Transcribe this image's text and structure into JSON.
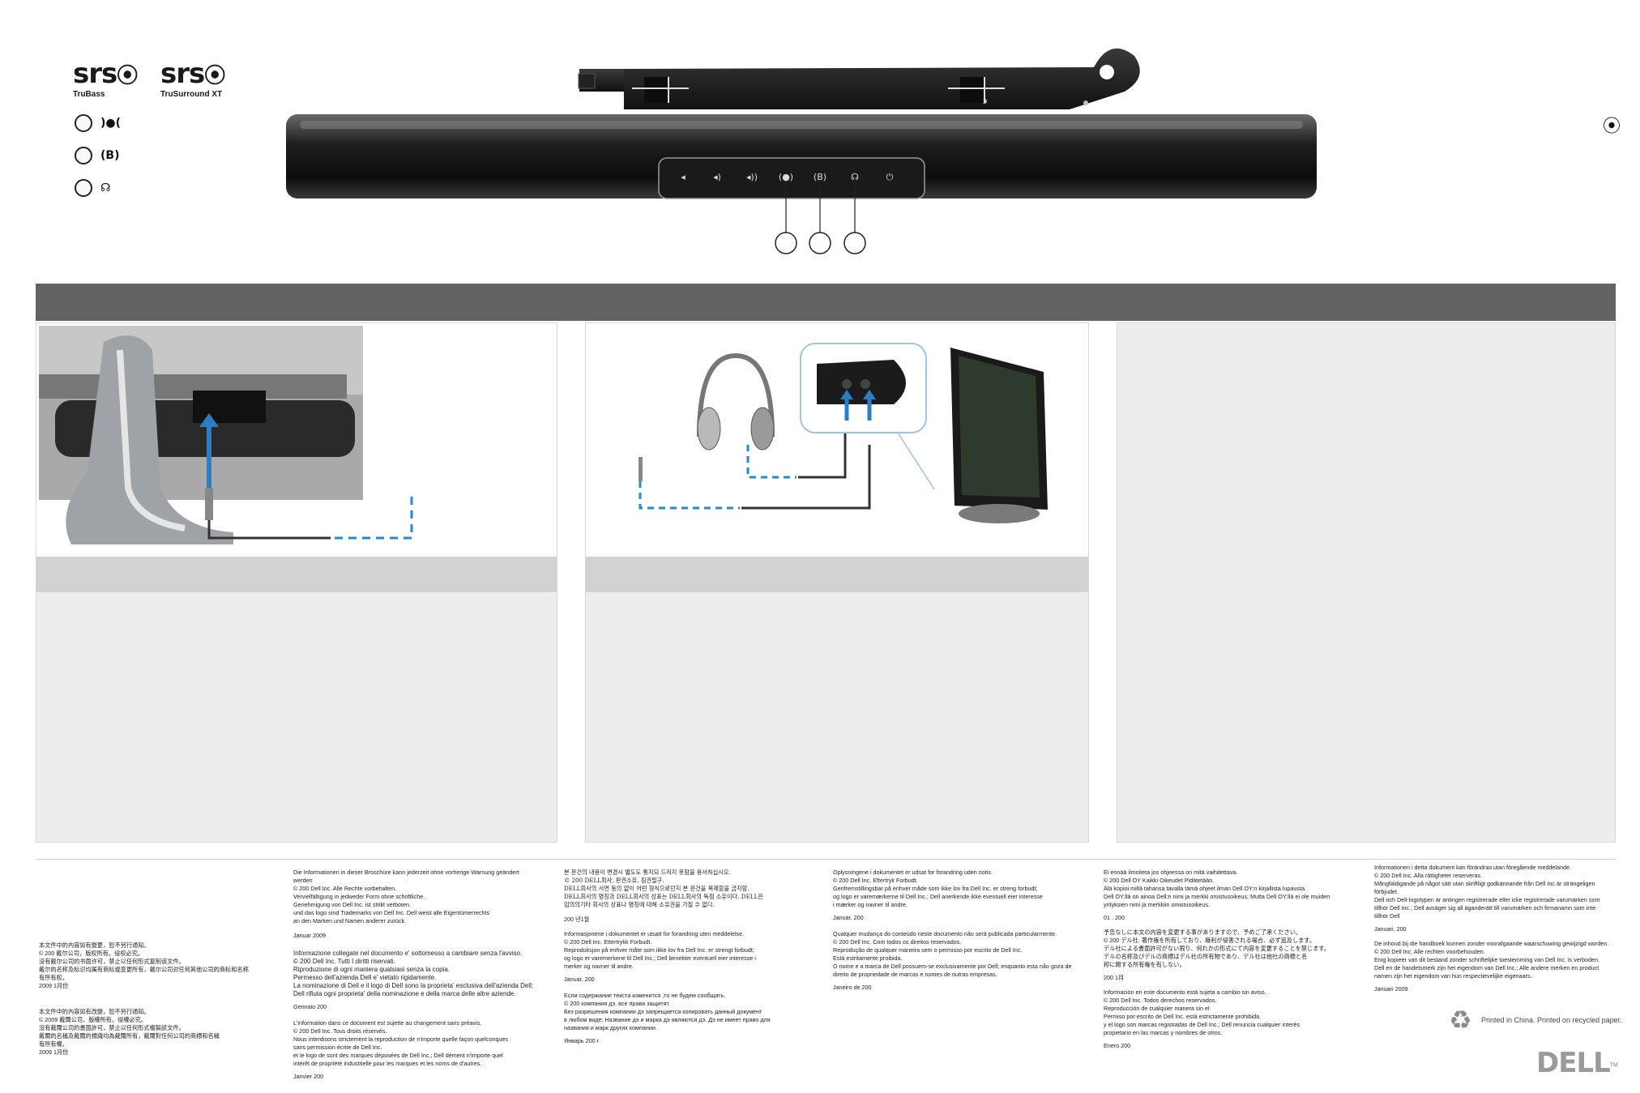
{
  "logos": {
    "srs1_word": "srs",
    "srs1_sub": "TruBass",
    "srs2_word": "srs",
    "srs2_sub": "TruSurround XT"
  },
  "legend": {
    "items": [
      {
        "icon": "surround-sound-icon",
        "glyph": ")●("
      },
      {
        "icon": "trubass-icon",
        "glyph": "(B)"
      },
      {
        "icon": "trusurround-icon",
        "glyph": "☊"
      }
    ]
  },
  "soundbar": {
    "buttons": [
      "volume-down-icon",
      "volume-mid-icon",
      "volume-up-icon",
      "srs-wow-icon",
      "trubass-icon",
      "trusurround-icon",
      "power-icon"
    ]
  },
  "legal": {
    "col_chinese": {
      "block1": "本文件中的內容如有變更，恕不另行通知。\n© 200   戴尔公司，版权所有。侵权必究。\n没有戴尔公司的书面许可，禁止以任何形式复制该文件。\n戴尔的名称及标识均属有商标或变更所有，戴尔公司对任何其他公司的商标和名称\n有所有权。\n2009 1月份",
      "block2": "本文件中的內容如有改變，恕不另行通知。\n© 2009  戴爾公司，版權所有。侵權必究。\n沒有戴爾公司的書面許可，禁止以任何形式複製該文件。\n戴爾的名稱及戴爾的標識均為戴爾所有，戴爾對任何公司的商標和名稱\n有所有權。\n2009 1月份"
    },
    "col_de_it_fr": {
      "de_head": "Die Informationen in dieser Broschüre kann jederzeit ohne vorherige Warnung geändert werden",
      "de_copy": "© 200   Dell Inc. Alle Rechte vorbehalten.",
      "de_body": "Vervielfältigung in jedweder Form ohne schriftliche.\nGenehmigung von Dell Inc. ist strikt verboten.\n         und das            logo sind  Trademarks von Dell Inc. Dell weist alle Eigentümerrechts\nan den Marken und Namen anderer zurück.",
      "de_date": "Januar 2009",
      "it_head": "Informazione collegate nel documento e' sottomesso a cambiare senza l'avviso.",
      "it_copy": "© 200   Dell Inc.  Tutti I diritti riservati.",
      "it_body": "Riproduzione di ogni maniera qualsiasi senza la copia.\nPermesso dell'azienda Dell e' vietato rigidamente.\nLa nominazione di Dell e il logo di Dell sono la proprieta' esclusiva dell'azienda Dell;\nDell rifiuta ogni proprieta' della nominazione e della marca delle altre aziende.",
      "it_date": "Gennaio 200",
      "fr_head": "L'information dans ce document est sujette au changement sans préavis.",
      "fr_copy": "© 200   Dell Inc.  Tous droits réservés.",
      "fr_body": "Nous interdisons strictement la reproduction de n'importe quelle façon quelconques\nsans permission écrite de Dell Inc.\n          et le logo de            sont des marques déposées de Dell Inc.; Dell dément n'importe quel\nintérêt de propriété industrielle pour les marques et les noms de d'autres.",
      "fr_date": "Janvier 200"
    },
    "col_ko_no_ru": {
      "ko_body": "본 문건의 내용이 변경시 별도도 통지되 드리지 못함을 용서하십시오.\n© 200    DELL회사, 판권소유, 침권필구.\nDELL회사의 서면 동의 없이 어떤 형식으로던지 본 문건을 복제함을 금지함.\nDELL회사의 명칭과 DELL회사의 상표는 DELL회사의 독점 소유이다. DELL은\n임의의기타 회사의 상표나 명칭에 대해 소유권을 가질 수 없다.",
      "ko_date": "200  년1월",
      "no_head": "Informasjonene i dokumentet er utsatt for forandring uten meddelelse.",
      "no_copy": "© 200   Dell Inc. Ettertrykk Forbudt.",
      "no_body": "Reproduksjon på enhver måte som ikke lov fra Dell Inc. er strengt forbudt;\n         og            logo er varemerkene til Dell Inc.; Dell benekter eventuell eier interesse i\nmerker og navner til andre.",
      "no_date": "Januar, 200",
      "ru_head": "Если содержание текста изменится ,то не будем сообщать.\n© 200   компания дэ. все права защитят.\nБез разрешения компании дэ запрещается копировать данный документ\nв любом виде; Название дэ и марка дэ являются дэ. Дэ не имеет право для\nназвания и марк других компании.",
      "ru_date": "Январь 200   г"
    },
    "col_da_pt": {
      "da_head": "Oplysningene i dokumentet er udsat for forandring uden notis.",
      "da_copy": "© 200   Dell Inc. Eftertryk Forbudt.",
      "da_body": "Genfremstillingsbar på enhver måde som ikke lov fra Dell Inc. er streng forbudt;\n         og            logo er varemærkerne til Dell Inc.; Dell anerkende ikke eventuell eier interesse\ni mærker og navner til andre.",
      "da_date": "Januar, 200",
      "pt_head": "Qualquer mudança do conteúdo neste documento não será publicada particularmente.",
      "pt_copy": "© 200   Dell Inc. Com todos os direitos reservados.",
      "pt_body": "Reprodução de qualquer maneira sem o permisso por escrito de Dell Inc.\nEstá estritamente proibida.\nO nome e a marca de Dell possuem-se exclusivamente por Dell; enquanto esta não goza de\ndireito de propriedade de marcas e nomes de outras empresas.",
      "pt_date": "Janeiro de 200"
    },
    "col_fi_ja_es": {
      "fi_head": "Ei ennää ilmoiteta jos ohjeessa on mitä vaihdettava.",
      "fi_copy": "© 200   Dell OY  Kaikki Oikeudet Pidätetään.",
      "fi_body": "Älä kopioi millä tahansa tavalla tämä ohjeet ilman Dell OY:n kirjallista lupausta.\nDell OY:llä on ainoa Dell:n nimi ja merkki omistusoikeus; Mutta Dell OY:llä ei ole muiden\nyrityksien nimi ja merkkiin omistusoikeus.",
      "fi_date": "01 . 200",
      "ja_body": "予告なしに本文の内容を変更する事がありますので、予めご了承ください。\n© 200   デル社. 著作権を所有しており、権利が侵害される場合、必ず追及します。\nデル社による書面許可がない限り、何れかの形式にて内容を変更することを禁じます。\nデルの名称及びデルの商標はデル社の所有物であり、デル社は他社の商標と名\n称に関する所有権を有しない。",
      "ja_date": "200   1月",
      "es_head": "Información en este documento está sujeta a cambio sin aviso.",
      "es_copy": "© 200   Dell Inc. Todos derechos reservados.",
      "es_body": "Reproducción de cualquier manera sin el\nPermiso por escrito de Dell Inc. está estrictamente prohibida.\n          y el logo             son marcas registradas de Dell Inc.; Dell renuncia cualquier interés\npropietario en las marcas y nombres de otros.",
      "es_date": "Enero 200"
    },
    "col_sv_nl": {
      "sv_head": "Informationen i detta dokument kan förändras utan föregående meddelande.",
      "sv_copy": "© 200   Dell Inc. Alla rättigheter reserveras.",
      "sv_body": "Mångfaldigande på något sätt utan skriftligt godkännande från Dell Inc är strängeligen\nförbjudet.\nDell och Dell-logotypen är antingen registrerade eller icke registrerade varumärken som\ntillhör Dell Inc.; Dell avsäger sig all äganderätt till varumärken och firmanamn som inte\ntillhör Dell",
      "sv_date": "Januari, 200",
      "nl_head": "De inhoud bij die handboek kunnen zonder voorafgaande waarschuwing gewijzigd worden.",
      "nl_copy": "© 200   Dell Inc. Alle rechten voorbehouden.",
      "nl_body": "Enig kopieer van dit bestand zonder schriftelijke toestemming van Dell Inc. is verboden.\nDell en de handelsmerk zijn het eigendom van Dell Inc.; Alle andere merken en product\nnamen zijn het eigendom van hun respectievelijke eigenaars.",
      "nl_date": "Januari 2009"
    }
  },
  "footer": {
    "printed": "Printed in China. Printed on recycled paper.",
    "dell_logo": "DELL",
    "tm": "TM"
  }
}
